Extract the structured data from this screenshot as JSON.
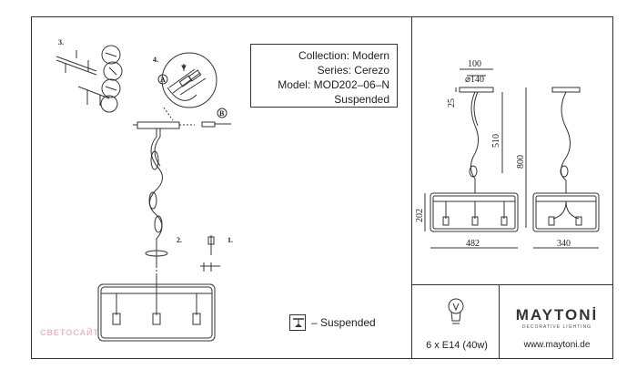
{
  "info": {
    "collection": "Collection: Modern",
    "series": "Series: Cerezo",
    "model": "Model: MOD202–06–N",
    "type": "Suspended"
  },
  "legend": {
    "suspended": "– Suspended"
  },
  "bulb": {
    "text": "6 x E14 (40w)"
  },
  "brand": {
    "name": "MAYTONİ",
    "tagline": "DECORATIVE LIGHTING",
    "website": "www.maytoni.de"
  },
  "steps": {
    "s1": "1.",
    "s2": "2.",
    "s3": "3.",
    "s4": "4."
  },
  "callouts": {
    "a": "A",
    "b": "B"
  },
  "dimensions": {
    "d100": "100",
    "d140": "⌀140",
    "d25": "25",
    "d510": "510",
    "d800": "800",
    "d202": "202",
    "d482": "482",
    "d340": "340"
  },
  "watermark": "СВЕТОСАЙТ"
}
